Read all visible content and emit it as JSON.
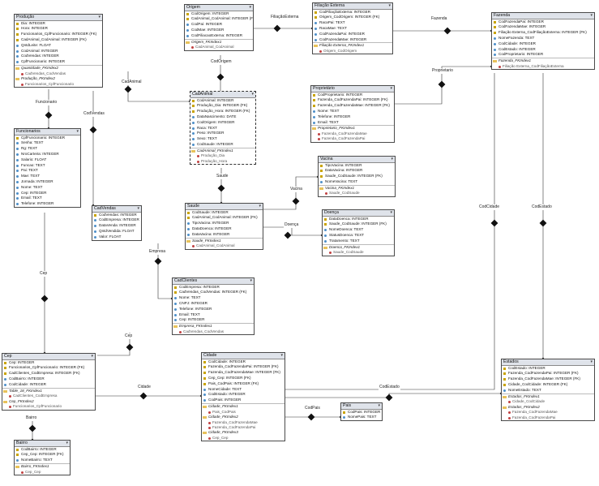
{
  "tables": [
    {
      "id": "producao",
      "title": "Produção",
      "fields": [
        {
          "t": "k",
          "n": "Dia: INTEGER"
        },
        {
          "t": "k",
          "n": "Hora: INTEGER"
        },
        {
          "t": "k",
          "n": "Funcionarios_CpfFuncionario: INTEGER (FK)"
        },
        {
          "t": "k",
          "n": "CadAnimal_CodAnimal: INTEGER (FK)"
        },
        {
          "t": "c",
          "n": "QntdLeite: FLOAT"
        },
        {
          "t": "c",
          "n": "CodAnimal: INTEGER"
        },
        {
          "t": "c",
          "n": "CodVendas: INTEGER"
        },
        {
          "t": "c",
          "n": "CpfFuncionario: INTEGER"
        }
      ],
      "indexes": [
        {
          "name": "Quantidade_FKIndex2",
          "cols": [
            "CadVendas_CodVendas"
          ]
        },
        {
          "name": "Produção_FKIndex2",
          "cols": [
            "Funcionarios_CpfFuncionario"
          ]
        }
      ]
    },
    {
      "id": "origem",
      "title": "Origem",
      "fields": [
        {
          "t": "k",
          "n": "CodOrigem: INTEGER"
        },
        {
          "t": "k",
          "n": "CadAnimal_CodAnimal: INTEGER (FK)"
        },
        {
          "t": "c",
          "n": "CodPai: INTEGER"
        },
        {
          "t": "c",
          "n": "CodMae: INTEGER"
        },
        {
          "t": "c",
          "n": "CodFiliacaoExterna: INTEGER"
        }
      ],
      "indexes": [
        {
          "name": "Origem_FKIndex1",
          "cols": [
            "CadAnimal_CodAnimal"
          ]
        }
      ]
    },
    {
      "id": "filiacao",
      "title": "Filiação Externa",
      "fields": [
        {
          "t": "k",
          "n": "CodFiliaçãoExterna: INTEGER"
        },
        {
          "t": "k",
          "n": "Origem_CodOrigem: INTEGER (FK)"
        },
        {
          "t": "c",
          "n": "RacaPai: TEXT"
        },
        {
          "t": "c",
          "n": "RacaMae: TEXT"
        },
        {
          "t": "c",
          "n": "CodFazendaPai: INTEGER"
        },
        {
          "t": "c",
          "n": "CodFazendaMae: INTEGER"
        }
      ],
      "indexes": [
        {
          "name": "Filiação Externa_FKIndex1",
          "cols": [
            "Origem_CodOrigem"
          ]
        }
      ]
    },
    {
      "id": "fazenda",
      "title": "Fazenda",
      "fields": [
        {
          "t": "k",
          "n": "CodFazendaPai: INTEGER"
        },
        {
          "t": "k",
          "n": "CodFazendaMae: INTEGER"
        },
        {
          "t": "k",
          "n": "Filiação Externa_CodFiliaçãoExterna: INTEGER (FK)"
        },
        {
          "t": "c",
          "n": "NomeFazenda: TEXT"
        },
        {
          "t": "c",
          "n": "CodCidade: INTEGER"
        },
        {
          "t": "c",
          "n": "CodEstado: INTEGER"
        },
        {
          "t": "c",
          "n": "CodProprietario: INTEGER"
        }
      ],
      "indexes": [
        {
          "name": "Fazenda_FKIndex1",
          "cols": [
            "Filiação Externa_CodFiliaçãoExterna"
          ]
        }
      ]
    },
    {
      "id": "cadanimal",
      "title": "CadAnimal",
      "fields": [
        {
          "t": "k",
          "n": "CodAnimal: INTEGER"
        },
        {
          "t": "k",
          "n": "Produção_Dia: INTEGER (FK)"
        },
        {
          "t": "k",
          "n": "Produção_Hora: INTEGER (FK)"
        },
        {
          "t": "c",
          "n": "DataNascimento: DATE"
        },
        {
          "t": "c",
          "n": "CodOrigem: INTEGER"
        },
        {
          "t": "c",
          "n": "Raca: TEXT"
        },
        {
          "t": "c",
          "n": "Peso: INTEGER"
        },
        {
          "t": "c",
          "n": "Sexo: TEXT"
        },
        {
          "t": "c",
          "n": "CodSaude: INTEGER"
        }
      ],
      "indexes": [
        {
          "name": "CadAnimal_FKIndex1",
          "cols": [
            "Produção_Dia",
            "Produção_Hora"
          ]
        }
      ]
    },
    {
      "id": "proprietario",
      "title": "Proprietário",
      "fields": [
        {
          "t": "k",
          "n": "CodProprietario: INTEGER"
        },
        {
          "t": "k",
          "n": "Fazenda_CodFazendaPai: INTEGER (FK)"
        },
        {
          "t": "k",
          "n": "Fazenda_CodFazendaMae: INTEGER (FK)"
        },
        {
          "t": "c",
          "n": "Nome: TEXT"
        },
        {
          "t": "c",
          "n": "Telefone: INTEGER"
        },
        {
          "t": "c",
          "n": "Email: TEXT"
        }
      ],
      "indexes": [
        {
          "name": "Proprietario_FKIndex1",
          "cols": [
            "Fazenda_CodFazendaMae",
            "Fazenda_CodFazendaPai"
          ]
        }
      ]
    },
    {
      "id": "funcionarios",
      "title": "Funcionarios",
      "fields": [
        {
          "t": "k",
          "n": "CpfFuncionario: INTEGER"
        },
        {
          "t": "c",
          "n": "Senha: TEXT"
        },
        {
          "t": "c",
          "n": "Rg: TEXT"
        },
        {
          "t": "c",
          "n": "NroCarteira: INTEGER"
        },
        {
          "t": "c",
          "n": "Salario: FLOAT"
        },
        {
          "t": "c",
          "n": "Funcao: TEXT"
        },
        {
          "t": "c",
          "n": "Pai: TEXT"
        },
        {
          "t": "c",
          "n": "Mae: TEXT"
        },
        {
          "t": "c",
          "n": "Jornada: INTEGER"
        },
        {
          "t": "c",
          "n": "Nome: TEXT"
        },
        {
          "t": "c",
          "n": "Cep: INTEGER"
        },
        {
          "t": "c",
          "n": "Email: TEXT"
        },
        {
          "t": "c",
          "n": "Telefone: INTEGER"
        }
      ],
      "indexes": []
    },
    {
      "id": "vacina",
      "title": "Vacina",
      "fields": [
        {
          "t": "k",
          "n": "TipoVacina: INTEGER"
        },
        {
          "t": "k",
          "n": "DataVacina: INTEGER"
        },
        {
          "t": "k",
          "n": "Saude_CodSaude: INTEGER (FK)"
        },
        {
          "t": "c",
          "n": "NomeVacina: TEXT"
        }
      ],
      "indexes": [
        {
          "name": "Vacina_FKIndex1",
          "cols": [
            "Saude_CodSaude"
          ]
        }
      ]
    },
    {
      "id": "cadvendas",
      "title": "CadVendas",
      "fields": [
        {
          "t": "k",
          "n": "CodVendas: INTEGER"
        },
        {
          "t": "c",
          "n": "CodEmpresa: INTEGER"
        },
        {
          "t": "c",
          "n": "DataVenda: INTEGER"
        },
        {
          "t": "c",
          "n": "QntdVendida: FLOAT"
        },
        {
          "t": "c",
          "n": "Valor: FLOAT"
        }
      ],
      "indexes": []
    },
    {
      "id": "saude",
      "title": "Saude",
      "fields": [
        {
          "t": "k",
          "n": "CodSaude: INTEGER"
        },
        {
          "t": "k",
          "n": "CadAnimal_CodAnimal: INTEGER (FK)"
        },
        {
          "t": "c",
          "n": "TipoVacina: INTEGER"
        },
        {
          "t": "c",
          "n": "DataDoenca: INTEGER"
        },
        {
          "t": "c",
          "n": "DataVacina: INTEGER"
        }
      ],
      "indexes": [
        {
          "name": "Saude_FKIndex1",
          "cols": [
            "CadAnimal_CodAnimal"
          ]
        }
      ]
    },
    {
      "id": "doenca",
      "title": "Doença",
      "fields": [
        {
          "t": "k",
          "n": "DataDoenca: INTEGER"
        },
        {
          "t": "k",
          "n": "Saude_CodSaude: INTEGER (FK)"
        },
        {
          "t": "c",
          "n": "NomeDoenca: TEXT"
        },
        {
          "t": "c",
          "n": "StatusDoenca: TEXT"
        },
        {
          "t": "c",
          "n": "Tratamento: TEXT"
        }
      ],
      "indexes": [
        {
          "name": "Doenca_FKIndex1",
          "cols": [
            "Saude_CodSaude"
          ]
        }
      ]
    },
    {
      "id": "cadclientes",
      "title": "CadClientes",
      "fields": [
        {
          "t": "k",
          "n": "CodEmpresa: INTEGER"
        },
        {
          "t": "k",
          "n": "CadVendas_CodVendas: INTEGER (FK)"
        },
        {
          "t": "c",
          "n": "Nome: TEXT"
        },
        {
          "t": "c",
          "n": "CNPJ: INTEGER"
        },
        {
          "t": "c",
          "n": "Telefone: INTEGER"
        },
        {
          "t": "c",
          "n": "Email: TEXT"
        },
        {
          "t": "c",
          "n": "Cep: INTEGER"
        }
      ],
      "indexes": [
        {
          "name": "Empresa_FKIndex1",
          "cols": [
            "CadVendas_CodVendas"
          ]
        }
      ]
    },
    {
      "id": "cep",
      "title": "Cep",
      "fields": [
        {
          "t": "k",
          "n": "Cep: INTEGER"
        },
        {
          "t": "k",
          "n": "Funcionarios_CpfFuncionario: INTEGER (FK)"
        },
        {
          "t": "k",
          "n": "CadClientes_CodEmpresa: INTEGER (FK)"
        },
        {
          "t": "c",
          "n": "CodBairro: INTEGER"
        },
        {
          "t": "c",
          "n": "CodCidade: INTEGER"
        }
      ],
      "indexes": [
        {
          "name": "Table_18_FKIndex1",
          "cols": [
            "CadClientes_CodEmpresa"
          ]
        },
        {
          "name": "Cep_FKIndex2",
          "cols": [
            "Funcionarios_CpfFuncionario"
          ]
        }
      ]
    },
    {
      "id": "cidade",
      "title": "Cidade",
      "fields": [
        {
          "t": "k",
          "n": "CodCidade: INTEGER"
        },
        {
          "t": "k",
          "n": "Fazenda_CodFazendaPai: INTEGER (FK)"
        },
        {
          "t": "k",
          "n": "Fazenda_CodFazendaMae: INTEGER (FK)"
        },
        {
          "t": "k",
          "n": "Cep_Cep: INTEGER (FK)"
        },
        {
          "t": "k",
          "n": "Pais_CodPais: INTEGER (FK)"
        },
        {
          "t": "c",
          "n": "NomeCidade: TEXT"
        },
        {
          "t": "c",
          "n": "CodEstado: INTEGER"
        },
        {
          "t": "c",
          "n": "CodPais: INTEGER"
        }
      ],
      "indexes": [
        {
          "name": "Cidade_FKIndex1",
          "cols": [
            "Pais_CodPais"
          ]
        },
        {
          "name": "Cidade_FKIndex2",
          "cols": [
            "Fazenda_CodFazendaMae",
            "Fazenda_CodFazendaPai"
          ]
        },
        {
          "name": "Cidade_FKIndex3",
          "cols": [
            "Cep_Cep"
          ]
        }
      ]
    },
    {
      "id": "pais",
      "title": "Pais",
      "fields": [
        {
          "t": "k",
          "n": "CodPais: INTEGER"
        },
        {
          "t": "c",
          "n": "NomePais: TEXT"
        }
      ],
      "indexes": []
    },
    {
      "id": "estados",
      "title": "Estados",
      "fields": [
        {
          "t": "k",
          "n": "CodEstado: INTEGER"
        },
        {
          "t": "k",
          "n": "Fazenda_CodFazendaPai: INTEGER (FK)"
        },
        {
          "t": "k",
          "n": "Fazenda_CodFazendaMae: INTEGER (FK)"
        },
        {
          "t": "k",
          "n": "Cidade_CodCidade: INTEGER (FK)"
        },
        {
          "t": "c",
          "n": "NomeEstado: TEXT"
        }
      ],
      "indexes": [
        {
          "name": "Estados_FKIndex1",
          "cols": [
            "Cidade_CodCidade"
          ]
        },
        {
          "name": "Estados_FKIndex2",
          "cols": [
            "Fazenda_CodFazendaMae",
            "Fazenda_CodFazendaPai"
          ]
        }
      ]
    },
    {
      "id": "bairro",
      "title": "Bairro",
      "fields": [
        {
          "t": "k",
          "n": "CodBairro: INTEGER"
        },
        {
          "t": "k",
          "n": "Cep_Cep: INTEGER (FK)"
        },
        {
          "t": "c",
          "n": "NomeBairro: TEXT"
        }
      ],
      "indexes": [
        {
          "name": "Bairro_FKIndex1",
          "cols": [
            "Cep_Cep"
          ]
        }
      ]
    }
  ],
  "relationships": [
    {
      "id": "filiacaoexterna",
      "label": "FiliaçãoExterna"
    },
    {
      "id": "fazenda",
      "label": "Fazenda"
    },
    {
      "id": "codorigem",
      "label": "CodOrigem"
    },
    {
      "id": "cadanimal",
      "label": "CadAnimal"
    },
    {
      "id": "proprietario",
      "label": "Proprietario"
    },
    {
      "id": "funcionario",
      "label": "Funcionario"
    },
    {
      "id": "codvendas",
      "label": "CodVendas"
    },
    {
      "id": "saude",
      "label": "Saude"
    },
    {
      "id": "vacina",
      "label": "Vacina"
    },
    {
      "id": "doenca",
      "label": "Doença"
    },
    {
      "id": "empresa",
      "label": "Empresa"
    },
    {
      "id": "cep1",
      "label": "Cep"
    },
    {
      "id": "cep2",
      "label": "Cep"
    },
    {
      "id": "codcidade",
      "label": "CodCidade"
    },
    {
      "id": "codestado",
      "label": "CodEstado"
    },
    {
      "id": "cidade",
      "label": "Cidade"
    },
    {
      "id": "codpais",
      "label": "CodPais"
    },
    {
      "id": "codestado2",
      "label": "CodEstado"
    },
    {
      "id": "bairro",
      "label": "Bairro"
    }
  ]
}
